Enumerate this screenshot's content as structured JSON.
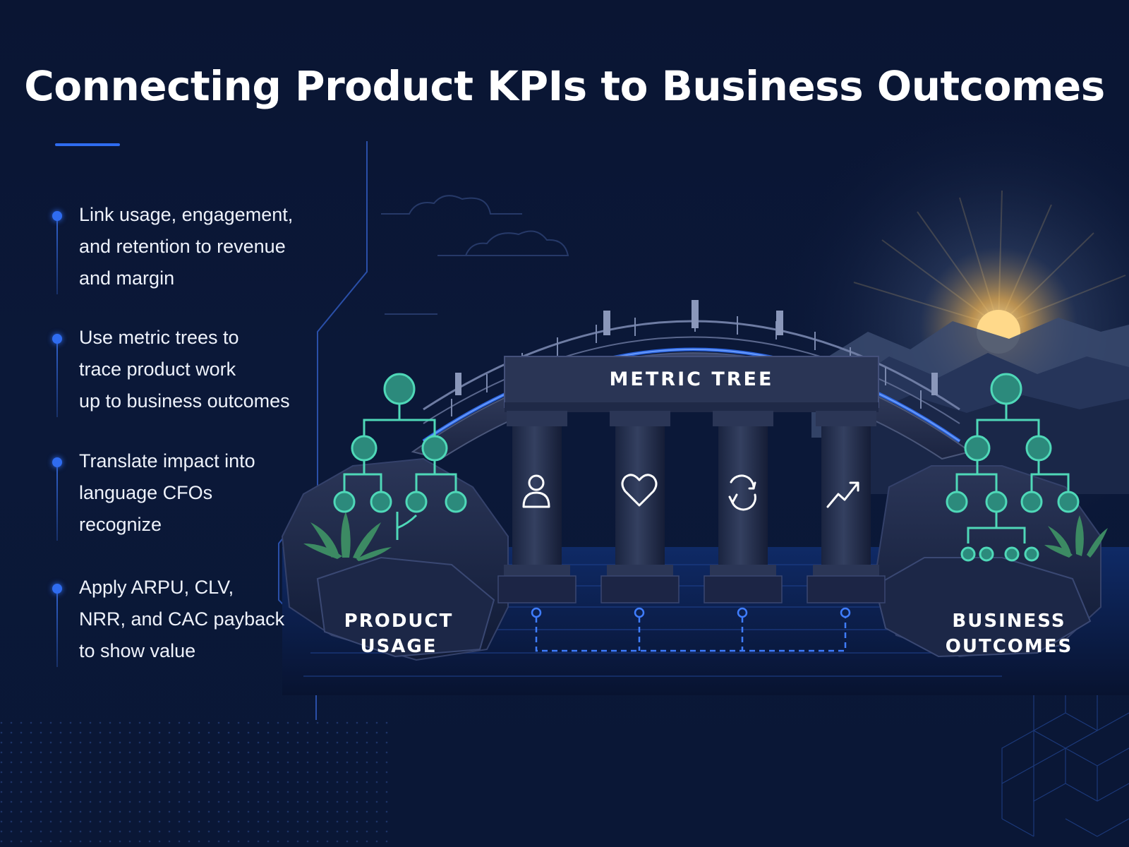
{
  "title": "Connecting Product KPIs to Business Outcomes",
  "bullets": [
    "Link usage, engagement,\nand retention to revenue\nand margin",
    "Use metric trees to\ntrace product work\nup to business outcomes",
    "Translate impact into\nlanguage CFOs\nrecognize",
    "Apply ARPU, CLV,\nNRR, and CAC payback\nto show value"
  ],
  "bridge": {
    "label": "METRIC TREE",
    "pillar_icons": [
      "user-icon",
      "heart-icon",
      "refresh-icon",
      "trend-up-icon"
    ]
  },
  "left_label": "PRODUCT\nUSAGE",
  "right_label": "BUSINESS\nOUTCOMES",
  "colors": {
    "background": "#0a1533",
    "accent_blue": "#2f6cf0",
    "tree_teal": "#4fd8b8",
    "sun": "#ffd27a"
  }
}
